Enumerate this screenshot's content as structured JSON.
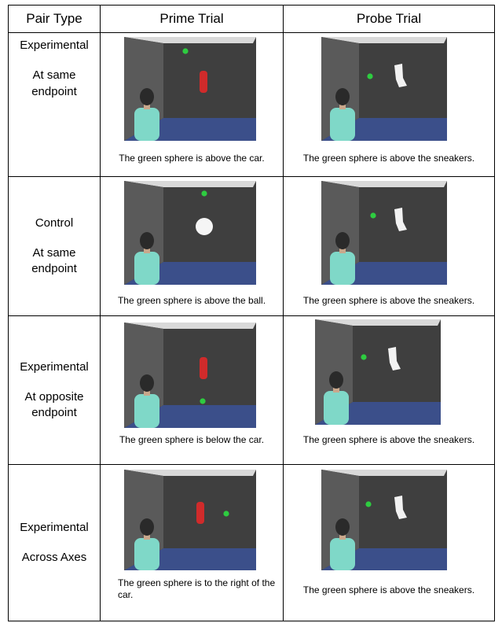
{
  "table": {
    "headers": {
      "pair_type": "Pair Type",
      "prime": "Prime Trial",
      "probe": "Probe Trial"
    },
    "rows": [
      {
        "pair_type": "Experimental",
        "endpoint": "At same endpoint",
        "prime_caption": "The green sphere is above the car.",
        "probe_caption": "The green sphere is above the sneakers."
      },
      {
        "pair_type": "Control",
        "endpoint": "At same endpoint",
        "prime_caption": "The green sphere is above the ball.",
        "probe_caption": "The green sphere is above the sneakers."
      },
      {
        "pair_type": "Experimental",
        "endpoint": "At opposite endpoint",
        "prime_caption": "The green sphere is below the car.",
        "probe_caption": "The green sphere is above the sneakers."
      },
      {
        "pair_type": "Experimental",
        "endpoint": "Across Axes",
        "prime_caption": "The green sphere is to the right of the car.",
        "probe_caption": "The green sphere is above the sneakers."
      }
    ]
  },
  "colors": {
    "wall_side": "#5a5a5a",
    "wall_back": "#3f3f3f",
    "ceiling": "#d9d9d9",
    "floor": "#3b4f8a",
    "sphere": "#2ecc40",
    "car": "#d02b2b",
    "sneaker": "#f2f2f2",
    "ball": "#f5f5f5",
    "shirt": "#7fd8c8",
    "hair": "#2a2a2a"
  }
}
